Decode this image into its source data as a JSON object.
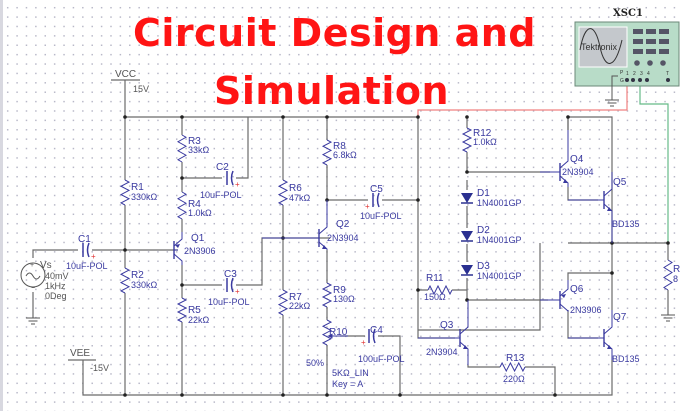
{
  "title": {
    "line1": "Circuit Design and",
    "line2": "Simulation",
    "color": "#ff1414"
  },
  "supplies": {
    "vcc": {
      "name": "VCC",
      "value": "15V"
    },
    "vee": {
      "name": "VEE",
      "value": "-15V"
    }
  },
  "source": {
    "name": "Vs",
    "amplitude": "40mV",
    "frequency": "1kHz",
    "phase": "0Deg"
  },
  "resistors": [
    {
      "ref": "R1",
      "value": "330kΩ"
    },
    {
      "ref": "R2",
      "value": "330kΩ"
    },
    {
      "ref": "R3",
      "value": "33kΩ"
    },
    {
      "ref": "R4",
      "value": "1.0kΩ"
    },
    {
      "ref": "R5",
      "value": "22kΩ"
    },
    {
      "ref": "R6",
      "value": "47kΩ"
    },
    {
      "ref": "R7",
      "value": "22kΩ"
    },
    {
      "ref": "R8",
      "value": "6.8kΩ"
    },
    {
      "ref": "R9",
      "value": "130Ω"
    },
    {
      "ref": "R11",
      "value": "150Ω"
    },
    {
      "ref": "R12",
      "value": "1.0kΩ"
    },
    {
      "ref": "R13",
      "value": "220Ω"
    },
    {
      "ref": "R",
      "value": "8"
    }
  ],
  "potentiometer": {
    "ref": "R10",
    "value": "5KΩ_LIN",
    "key": "Key = A",
    "setting": "50%"
  },
  "capacitors": [
    {
      "ref": "C1",
      "value": "10uF-POL"
    },
    {
      "ref": "C2",
      "value": "10uF-POL"
    },
    {
      "ref": "C3",
      "value": "10uF-POL"
    },
    {
      "ref": "C4",
      "value": "100uF-POL"
    },
    {
      "ref": "C5",
      "value": "10uF-POL"
    }
  ],
  "transistors": [
    {
      "ref": "Q1",
      "model": "2N3906"
    },
    {
      "ref": "Q2",
      "model": "2N3904"
    },
    {
      "ref": "Q3",
      "model": "2N3904"
    },
    {
      "ref": "Q4",
      "model": "2N3904"
    },
    {
      "ref": "Q5",
      "model": "BD135"
    },
    {
      "ref": "Q6",
      "model": "2N3906"
    },
    {
      "ref": "Q7",
      "model": "BD135"
    }
  ],
  "diodes": [
    {
      "ref": "D1",
      "model": "1N4001GP"
    },
    {
      "ref": "D2",
      "model": "1N4001GP"
    },
    {
      "ref": "D3",
      "model": "1N4001GP"
    }
  ],
  "oscilloscope": {
    "ref": "XSC1",
    "brand": "Tektronix",
    "ports": [
      "1",
      "2",
      "3",
      "4",
      "T"
    ],
    "side_ports": [
      "P",
      "G"
    ]
  },
  "colors": {
    "wire": "#6b6b6b",
    "component": "#3a3aa0",
    "probe1": "#f08080",
    "probe2": "#66bb88",
    "scope_body": "#b8dcc8"
  }
}
